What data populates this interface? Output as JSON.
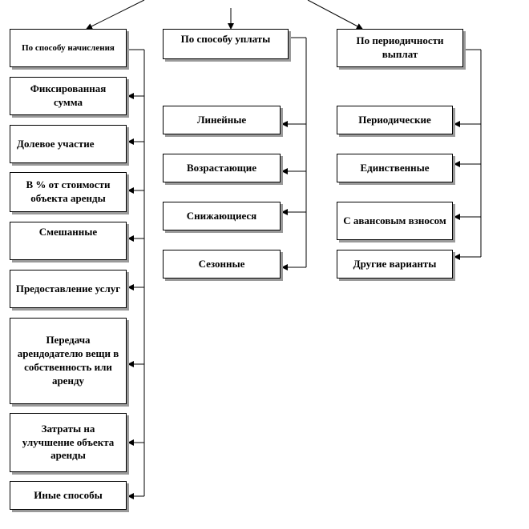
{
  "groups": [
    {
      "title": "По способу начисления",
      "items": [
        "Фиксированная сумма",
        "Долевое участие",
        "В % от стоимости объекта аренды",
        "Смешанные",
        "Предоставление услуг",
        "Передача арендодателю вещи в собственность или аренду",
        "Затраты на улучшение объекта аренды",
        "Иные способы"
      ]
    },
    {
      "title": "По способу уплаты",
      "items": [
        "Линейные",
        "Возрастающие",
        "Снижающиеся",
        "Сезонные"
      ]
    },
    {
      "title": "По периодичности выплат",
      "items": [
        "Периодические",
        "Единственные",
        "С авансовым взносом",
        "Другие варианты"
      ]
    }
  ]
}
